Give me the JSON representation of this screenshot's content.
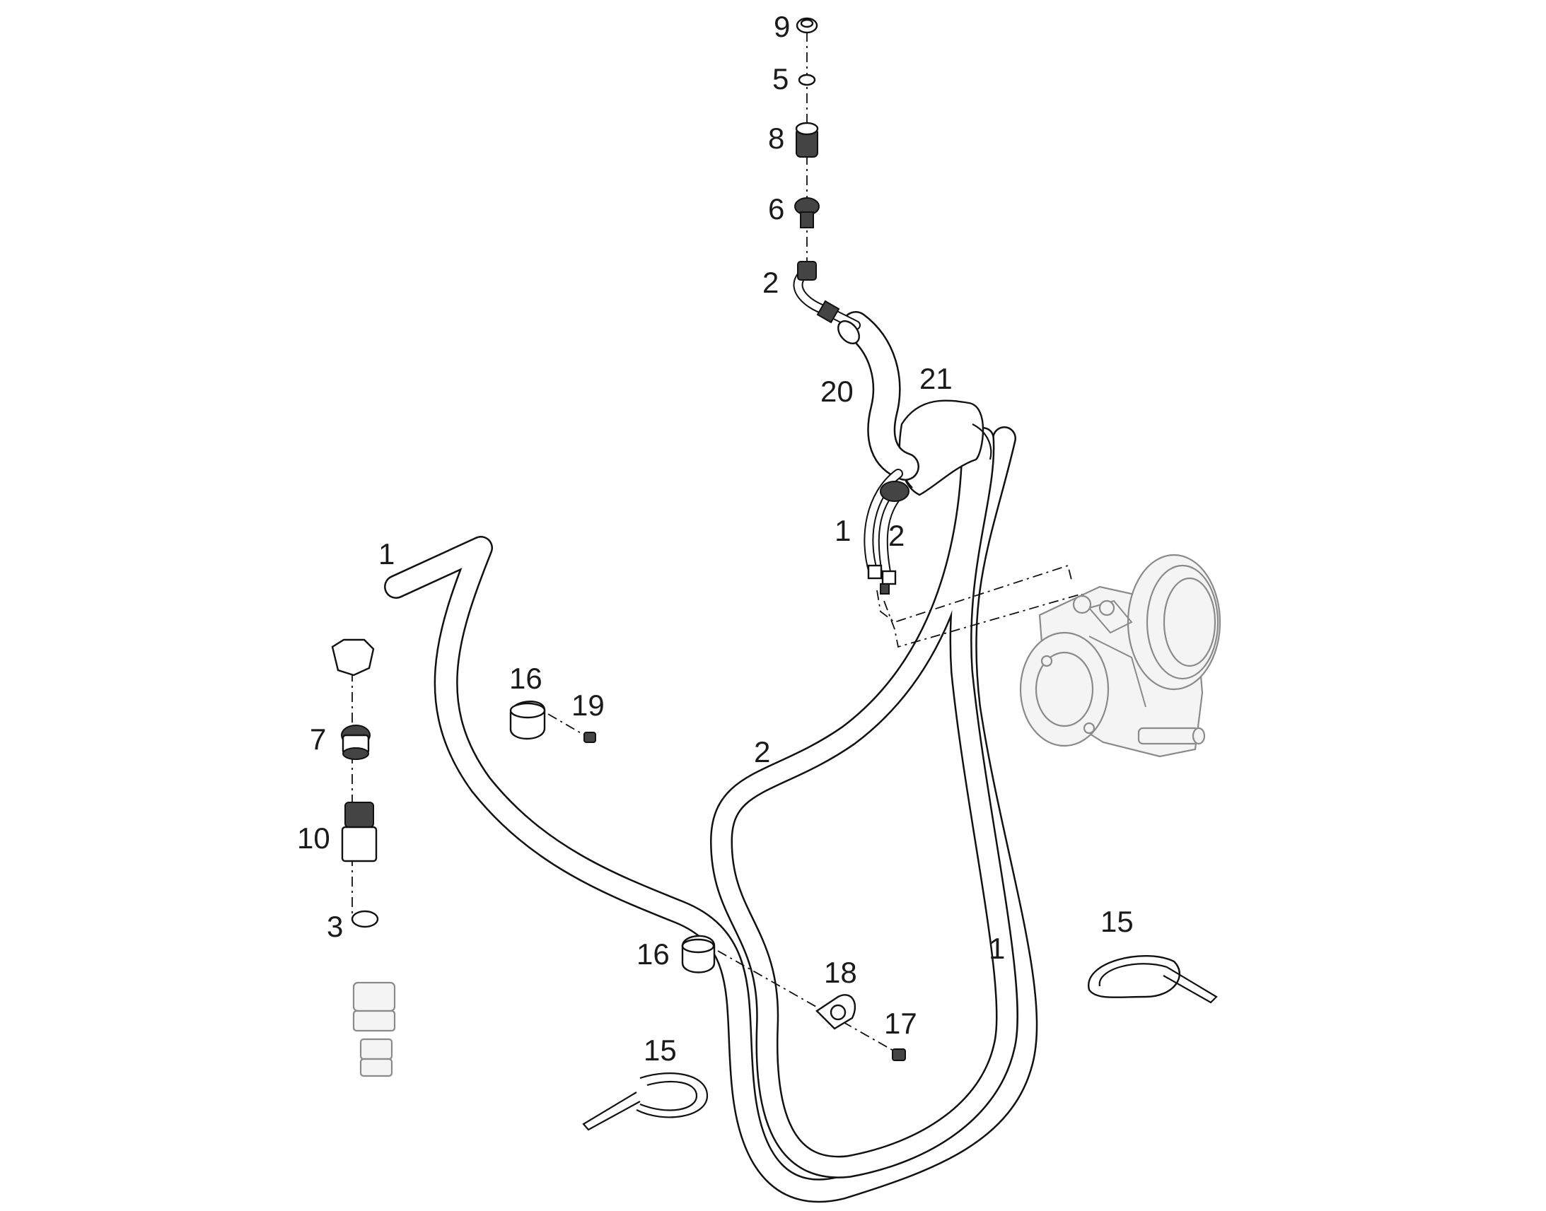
{
  "diagram": {
    "callouts": [
      {
        "id": "c9",
        "text": "9"
      },
      {
        "id": "c5",
        "text": "5"
      },
      {
        "id": "c8",
        "text": "8"
      },
      {
        "id": "c6",
        "text": "6"
      },
      {
        "id": "c2top",
        "text": "2"
      },
      {
        "id": "c20",
        "text": "20"
      },
      {
        "id": "c21",
        "text": "21"
      },
      {
        "id": "c1mid",
        "text": "1"
      },
      {
        "id": "c2mid",
        "text": "2"
      },
      {
        "id": "c1left",
        "text": "1"
      },
      {
        "id": "c16top",
        "text": "16"
      },
      {
        "id": "c19",
        "text": "19"
      },
      {
        "id": "c2low",
        "text": "2"
      },
      {
        "id": "c7",
        "text": "7"
      },
      {
        "id": "c10",
        "text": "10"
      },
      {
        "id": "c3",
        "text": "3"
      },
      {
        "id": "c16low",
        "text": "16"
      },
      {
        "id": "c18",
        "text": "18"
      },
      {
        "id": "c17",
        "text": "17"
      },
      {
        "id": "c1right",
        "text": "1"
      },
      {
        "id": "c15right",
        "text": "15"
      },
      {
        "id": "c15left",
        "text": "15"
      }
    ]
  }
}
